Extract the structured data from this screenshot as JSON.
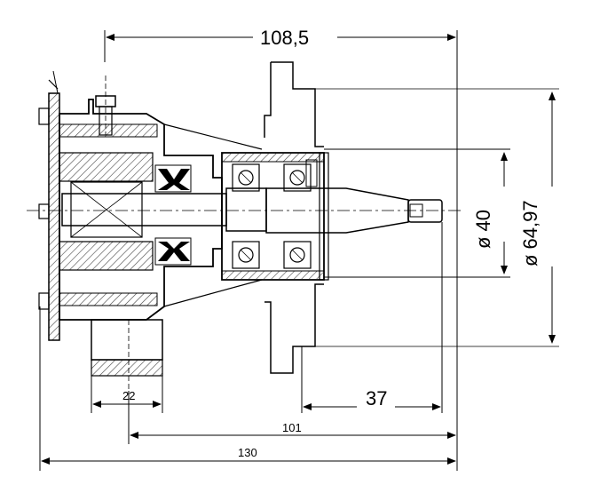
{
  "dimensions": {
    "top_length": "108,5",
    "diameter_shaft": "ø 40",
    "diameter_flange": "ø 64,97",
    "len_37": "37",
    "len_22": "22",
    "len_101": "101",
    "len_130": "130"
  },
  "colors": {
    "line": "#000000",
    "hatch": "#555555",
    "background": "#ffffff"
  }
}
